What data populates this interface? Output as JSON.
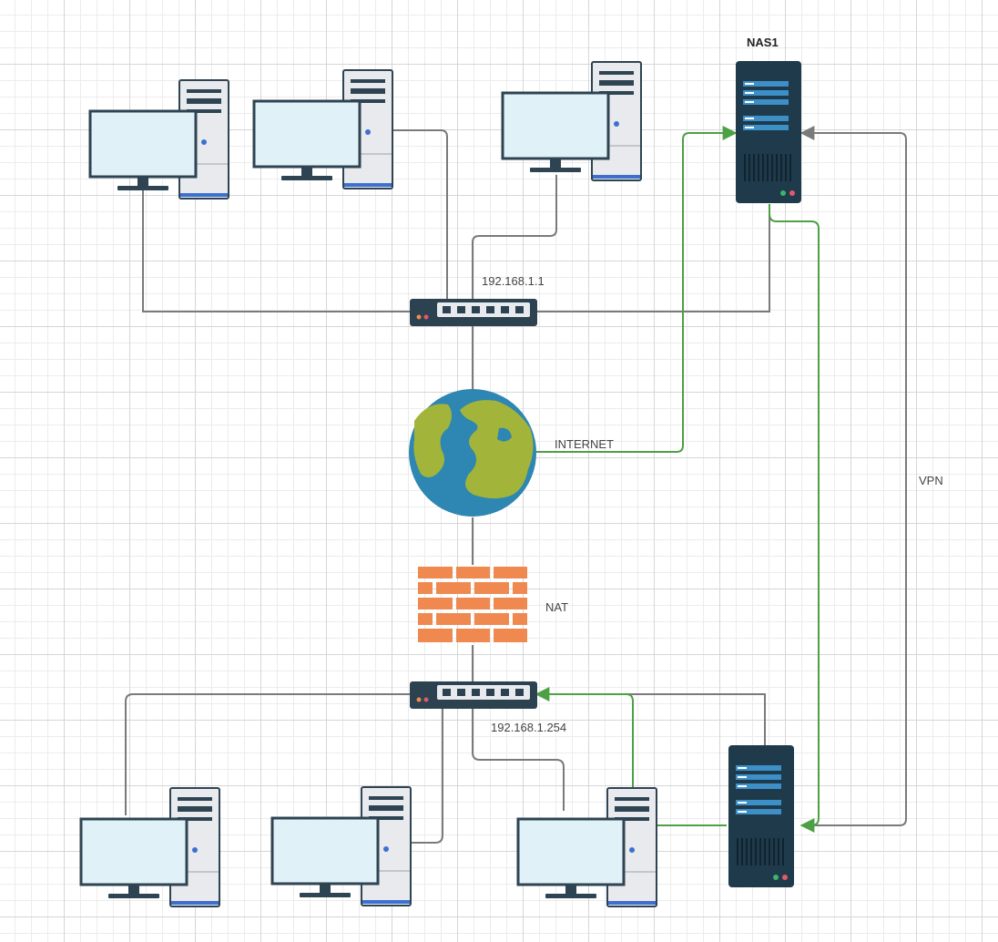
{
  "labels": {
    "nas1": "NAS1",
    "router_top_ip": "192.168.1.1",
    "router_bottom_ip": "192.168.1.254",
    "internet": "INTERNET",
    "nat": "NAT",
    "vpn": "VPN"
  },
  "colors": {
    "link_gray": "#7a7a7a",
    "link_green": "#4ea045",
    "server_body": "#1f3a4a",
    "server_accent": "#3d8fc7",
    "monitor_screen": "#e1f1f8",
    "monitor_frame": "#2e4452",
    "tower_body": "#e8eaed",
    "brick": "#f0894f",
    "globe_water": "#2e86b2",
    "globe_land": "#a2b43a"
  },
  "icons": [
    "desktop-computer-icon",
    "server-icon",
    "network-switch-icon",
    "globe-icon",
    "firewall-icon"
  ]
}
